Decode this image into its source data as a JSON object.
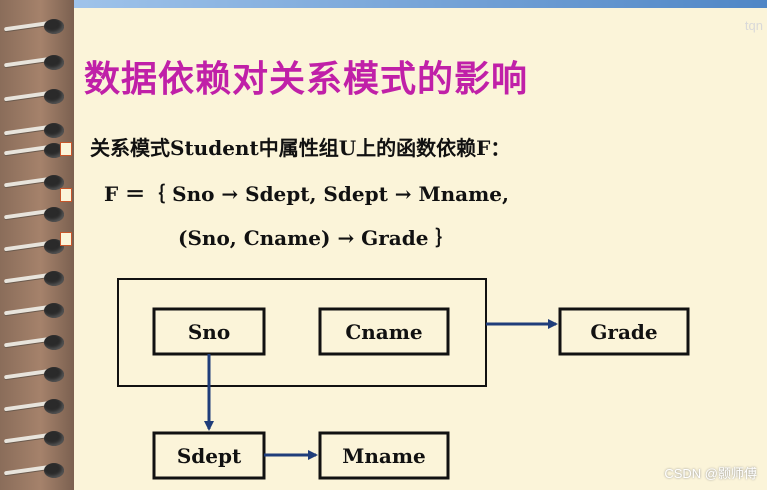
{
  "corner_label": "tqn",
  "title": "数据依赖对关系模式的影响",
  "lines": {
    "line1": "关系模式Student中属性组U上的函数依赖F：",
    "line2": "F ＝｛ Sno → Sdept, Sdept → Mname,",
    "line3": "(Sno, Cname) → Grade ｝"
  },
  "diagram": {
    "nodes": {
      "sno": "Sno",
      "cname": "Cname",
      "grade": "Grade",
      "sdept": "Sdept",
      "mname": "Mname"
    }
  },
  "watermark": "CSDN @颢师傅",
  "colors": {
    "title": "#c020a8",
    "arrow": "#1f3d7a",
    "background": "#fbf4d9"
  }
}
